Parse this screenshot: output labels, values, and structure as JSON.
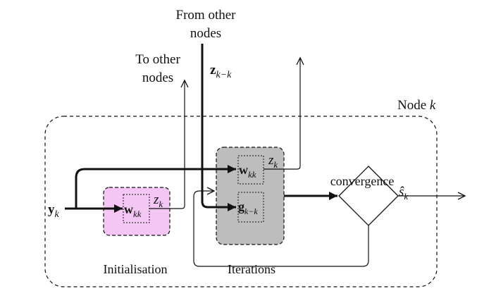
{
  "labels": {
    "from_other_line1": "From other",
    "from_other_line2": "nodes",
    "to_other_line1": "To other",
    "to_other_line2": "nodes",
    "node_text": "Node",
    "node_k": "k",
    "initialisation": "Initialisation",
    "iterations": "Iterations",
    "convergence": "convergence"
  },
  "symbols": {
    "y_bold": "y",
    "y_sub": "k",
    "z_bold": "z",
    "z_sub": "k−k",
    "w_bold": "w",
    "w_sub": "kk",
    "g_bold": "g",
    "g_sub": "k−k",
    "z_italic": "z",
    "z_italic_sub": "k",
    "s_hat": "ŝ",
    "s_sub": "k"
  },
  "colors": {
    "init_fill": "#f3c6f3",
    "iter_fill": "#bdbdbd",
    "stroke": "#111111"
  }
}
